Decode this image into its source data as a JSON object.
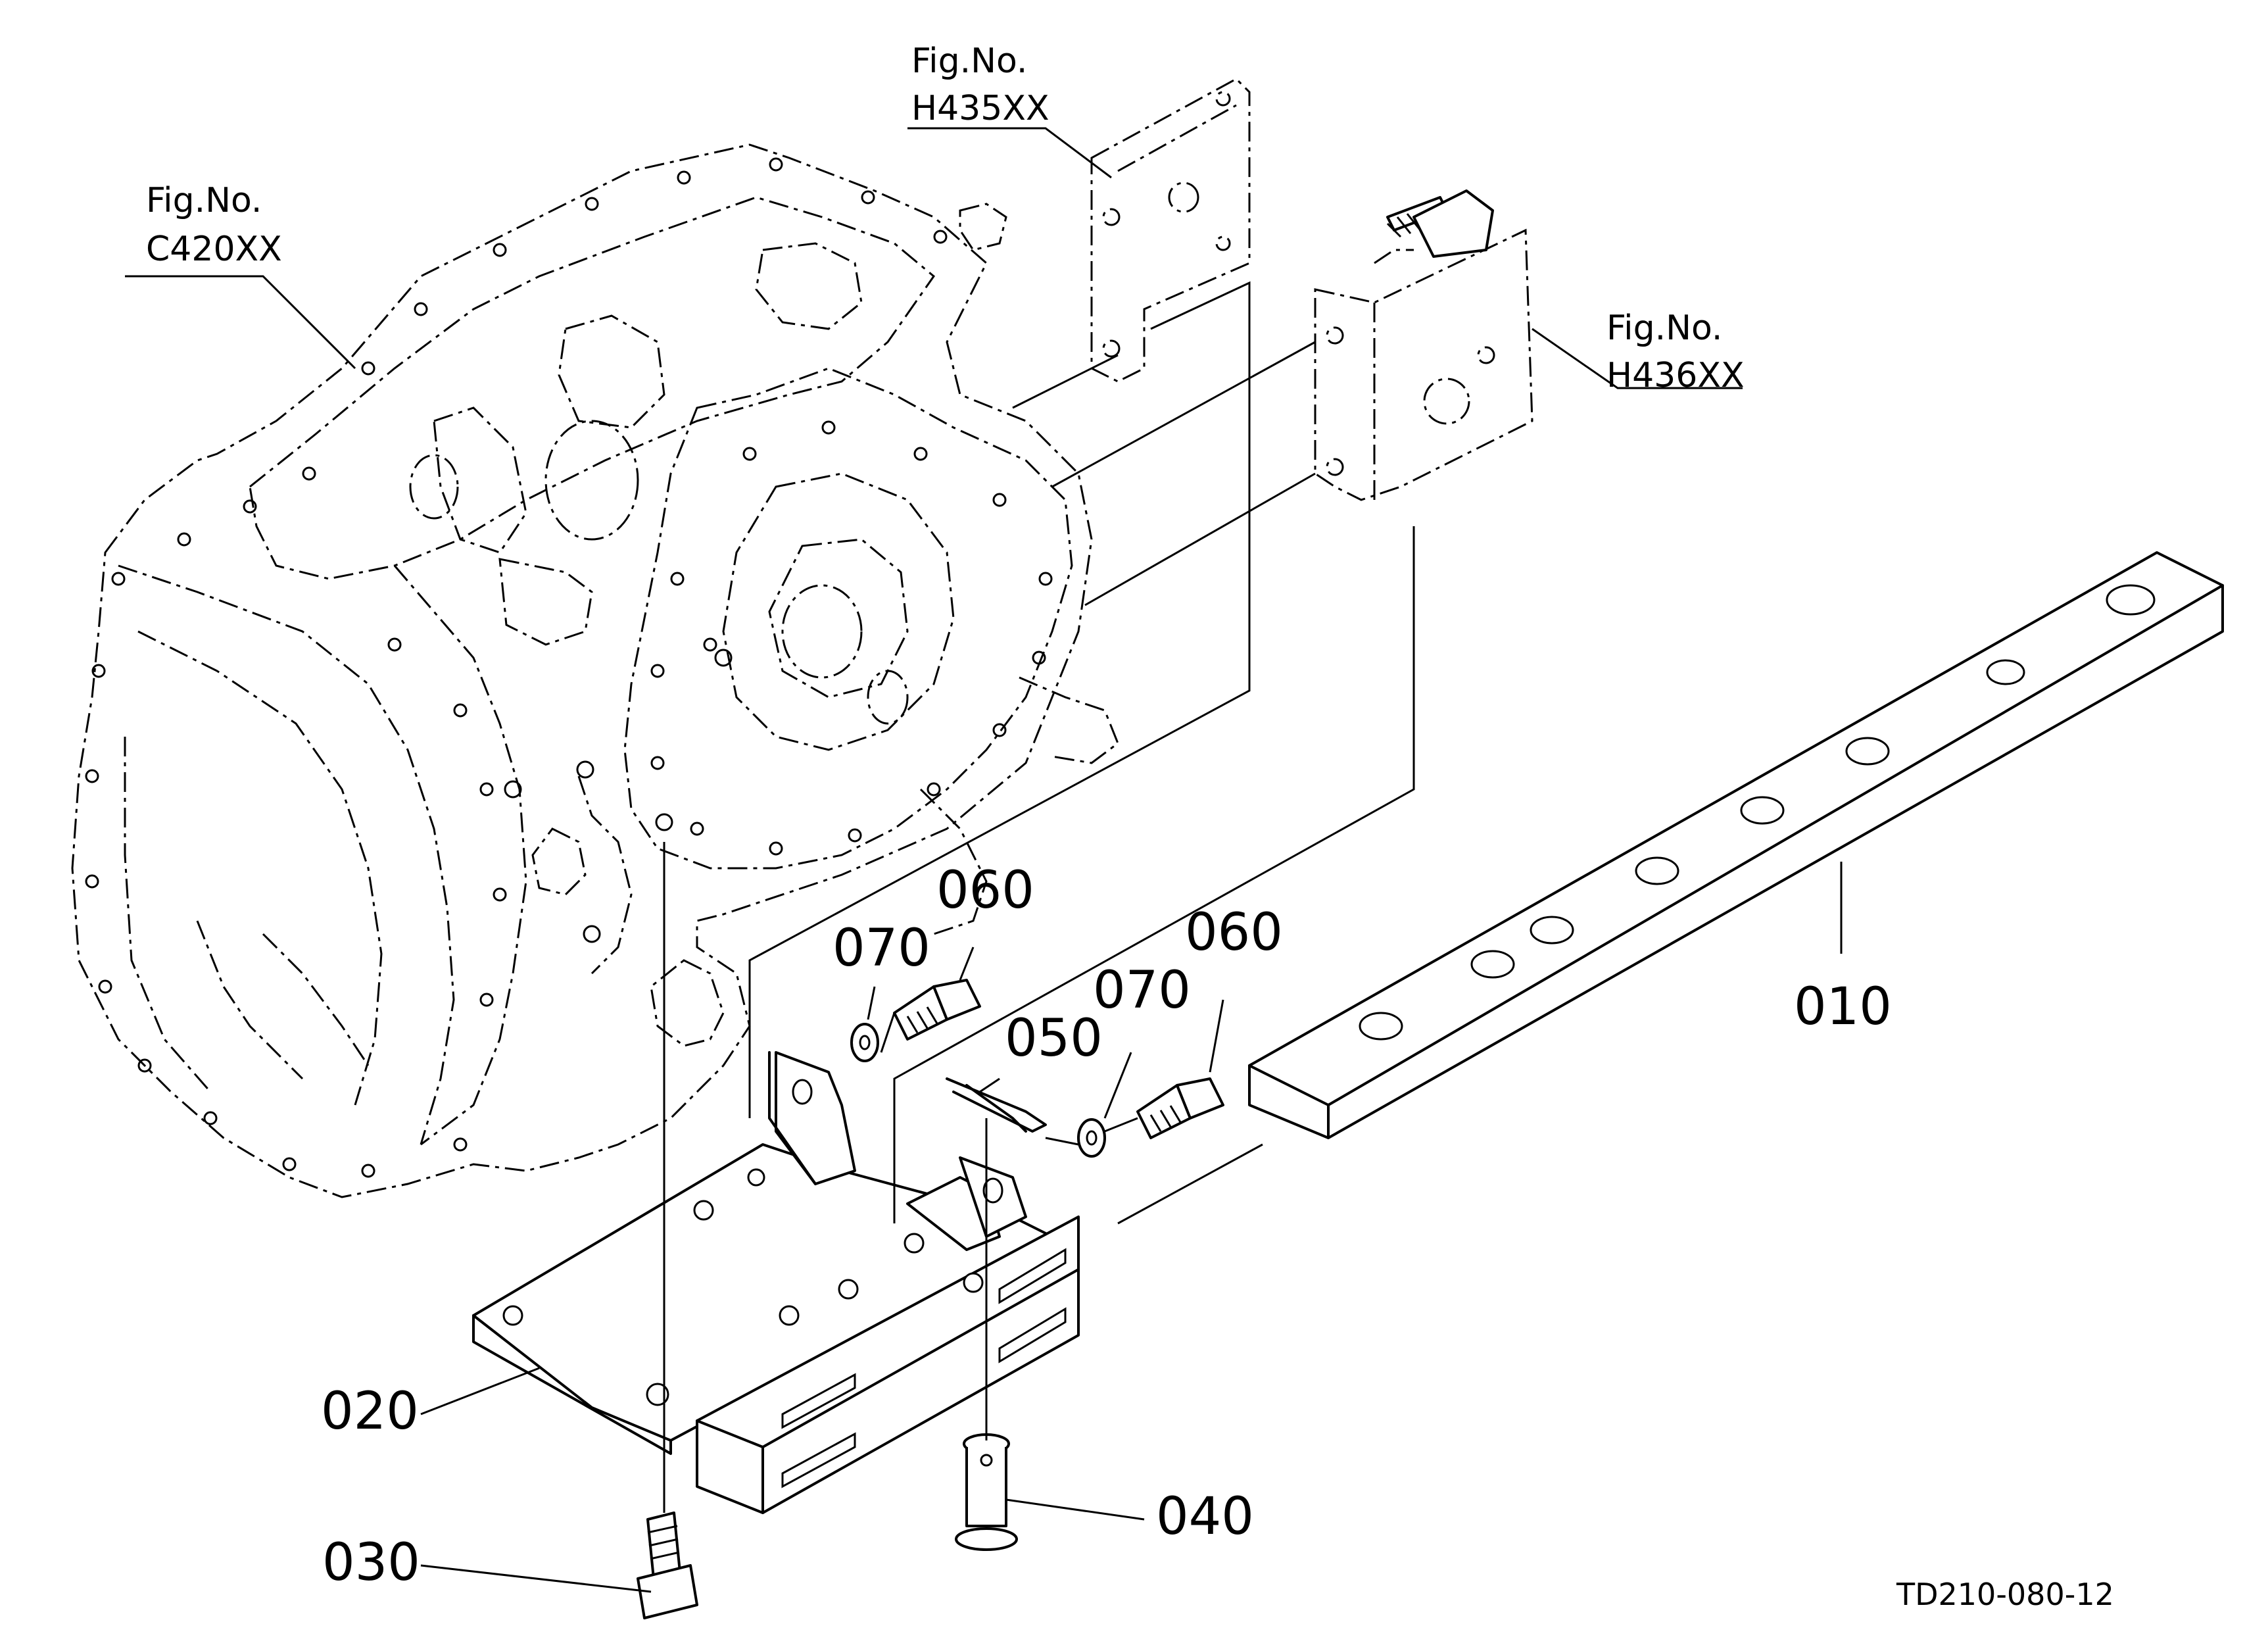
{
  "figure_refs": [
    {
      "fig": "Fig.No.",
      "code": "C420XX"
    },
    {
      "fig": "Fig.No.",
      "code": "H435XX"
    },
    {
      "fig": "Fig.No.",
      "code": "H436XX"
    }
  ],
  "part_numbers": {
    "p010": "010",
    "p020": "020",
    "p030": "030",
    "p040": "040",
    "p050": "050",
    "p060a": "060",
    "p060b": "060",
    "p070a": "070",
    "p070b": "070"
  },
  "drawing_id": "TD210-080-12"
}
